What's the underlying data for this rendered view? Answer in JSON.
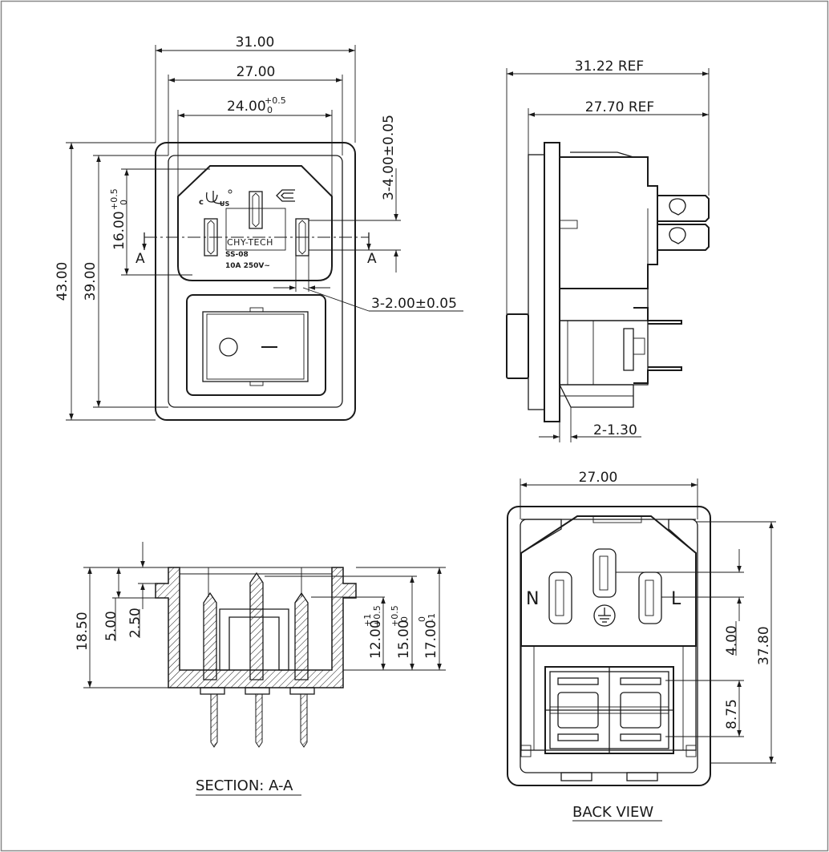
{
  "front": {
    "dims": {
      "w_outer": "31.00",
      "w_inner": "27.00",
      "w_inlet": "24.00",
      "w_inlet_tol_upper": "+0.5",
      "w_inlet_tol_lower": "0",
      "h_outer": "43.00",
      "h_inner": "39.00",
      "h_inlet": "16.00",
      "h_inlet_tol_upper": "+0.5",
      "h_inlet_tol_lower": "0",
      "pin_len": "3-4.00±0.05",
      "pin_width": "3-2.00±0.05"
    },
    "section_mark_left": "A",
    "section_mark_right": "A",
    "marking": {
      "ul_c": "c",
      "ul_us": "US",
      "brand": "CHY-TECH",
      "model": "SS-08",
      "rating": "10A  250V~"
    }
  },
  "side": {
    "dims": {
      "total": "31.22 REF",
      "body": "27.70 REF",
      "flange": "2-1.30"
    }
  },
  "section": {
    "title": "SECTION: A-A",
    "dims": {
      "h_total": "18.50",
      "h_a": "5.00",
      "h_b": "2.50",
      "h_c": "12.00",
      "h_c_tol_upper": "+1",
      "h_c_tol_lower": "+0.5",
      "h_d": "15.00",
      "h_d_tol_upper": "+0.5",
      "h_d_tol_lower": "0",
      "h_e": "17.00",
      "h_e_tol_upper": "0",
      "h_e_tol_lower": "-1"
    }
  },
  "back": {
    "title": "BACK  VIEW",
    "label_n": "N",
    "label_l": "L",
    "dims": {
      "width": "27.00",
      "pin_offset": "4.00",
      "height": "37.80",
      "term_pitch": "8.75"
    }
  }
}
